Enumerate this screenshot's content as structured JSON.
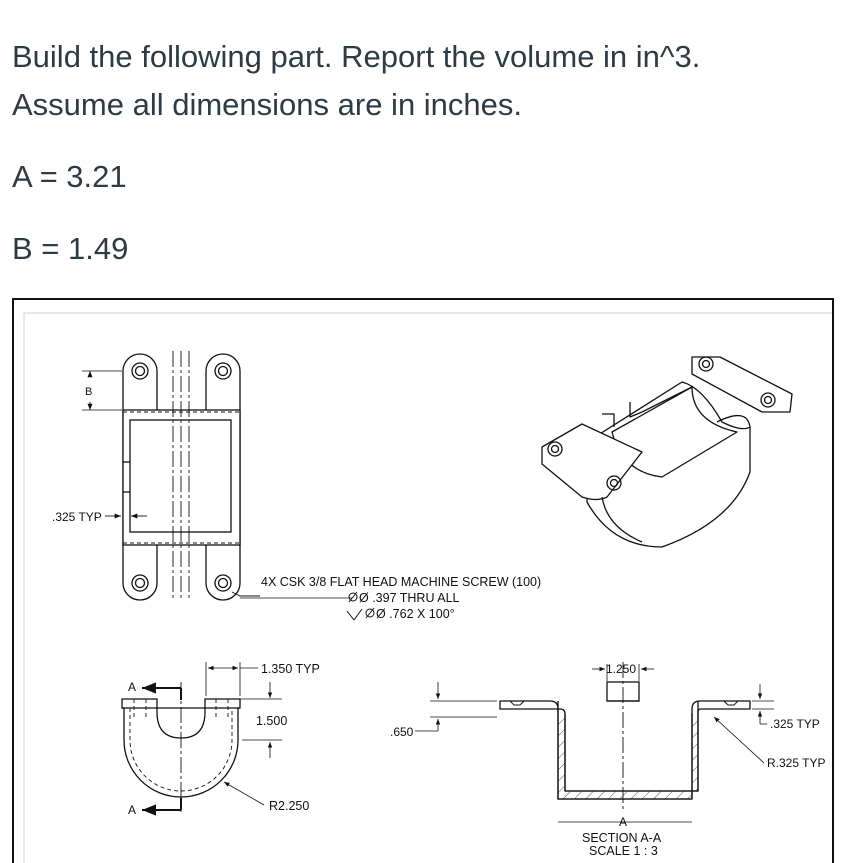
{
  "prompt": {
    "line1": "Build the following part. Report the volume in in^3.",
    "line2": "Assume all dimensions are in inches.",
    "a_value": "A = 3.21",
    "b_value": "B = 1.49"
  },
  "drawing": {
    "label_b": "B",
    "label_325_typ": ".325 TYP",
    "note_screw": "4X CSK 3/8 FLAT HEAD MACHINE SCREW (100)",
    "note_thru": "Ø .397 THRU ALL",
    "note_csk": "Ø .762 X 100°",
    "dim_1350": "1.350 TYP",
    "dim_1500": "1.500",
    "dim_r2250": "R2.250",
    "dim_1250": "1.250",
    "dim_650": ".650",
    "dim_325_typ_right": ".325 TYP",
    "dim_r325": "R.325 TYP",
    "section_letter_top": "A",
    "section_letter_bottom": "A",
    "section_letter_center": "A",
    "section_title": "SECTION A-A",
    "section_scale": "SCALE 1 : 3"
  }
}
